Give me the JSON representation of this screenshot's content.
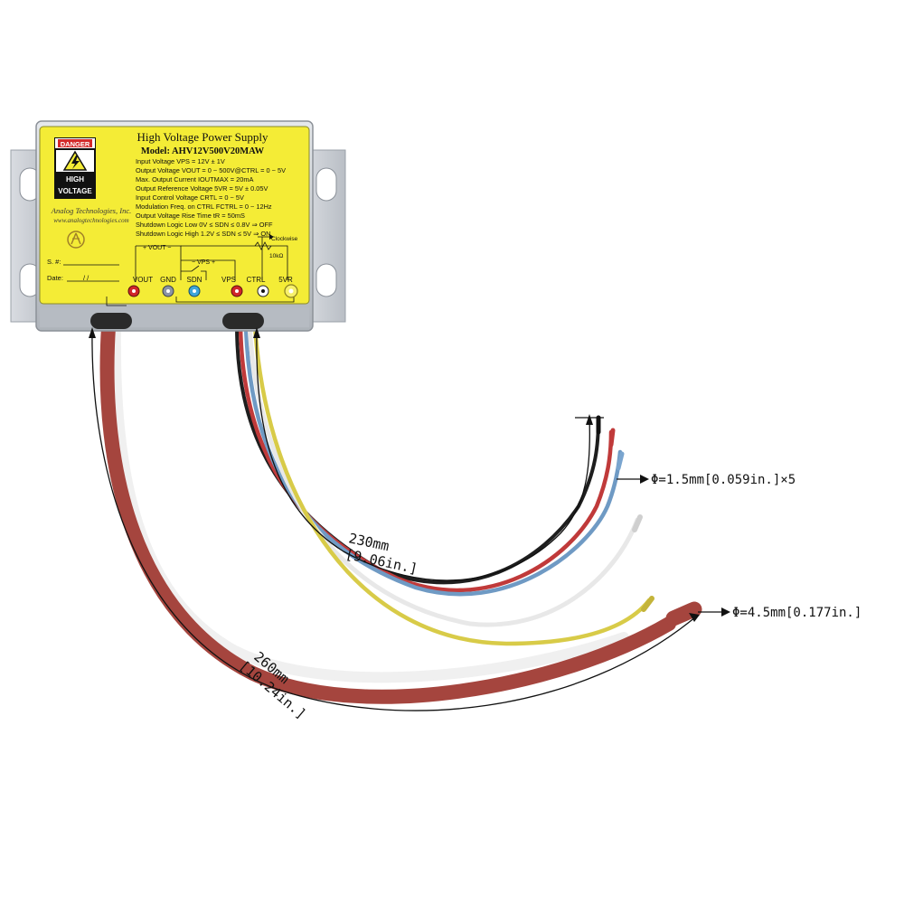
{
  "label": {
    "title": "High Voltage Power Supply",
    "model": "Model: AHV12V500V20MAW",
    "danger": "DANGER",
    "high": "HIGH",
    "voltage": "VOLTAGE",
    "company": "Analog Technologies, Inc.",
    "website": "www.analogtechnologies.com",
    "sn_label": "S. #:",
    "date_label": "Date:",
    "date_value": "/  /",
    "specs": [
      "Input Voltage VPS = 12V ± 1V",
      "Output Voltage VOUT = 0 ~ 500V@CTRL = 0 ~ 5V",
      "Max. Output Current IOUTMAX = 20mA",
      "Output Reference Voltage 5VR = 5V ± 0.05V",
      "Input Control Voltage CRTL = 0 ~ 5V",
      "Modulation Freq. on CTRL FCTRL = 0 ~ 12Hz",
      "Output Voltage Rise Time tR = 50mS",
      "Shutdown Logic Low 0V ≤ SDN ≤ 0.8V ⇒ OFF",
      "Shutdown Logic High 1.2V ≤ SDN ≤ 5V ⇒ ON"
    ],
    "schematic": {
      "vout_bus": "+ VOUT −",
      "vps_bus": "−  VPS +",
      "clockwise": "Clockwise",
      "pot": "10kΩ"
    },
    "pins": [
      "VOUT",
      "GND",
      "SDN",
      "VPS",
      "CTRL",
      "5VR"
    ]
  },
  "dimensions": {
    "thin_diameter": "Φ=1.5mm[0.059in.]×5",
    "thick_diameter": "Φ=4.5mm[0.177in.]",
    "thin_length_mm": "230mm",
    "thin_length_in": "[9.06in.]",
    "thick_length_mm": "260mm",
    "thick_length_in": "[10.24in.]"
  },
  "colors": {
    "label_yellow": "#f4ec36",
    "enclosure": "#c9cdd3",
    "thick_wire": "#a5453e",
    "red_wire": "#c03a3a",
    "blue_wire": "#6f9ac4",
    "white_wire": "#f4f4f4",
    "yellow_wire": "#d8cb48",
    "black_wire": "#1e1e1e"
  }
}
